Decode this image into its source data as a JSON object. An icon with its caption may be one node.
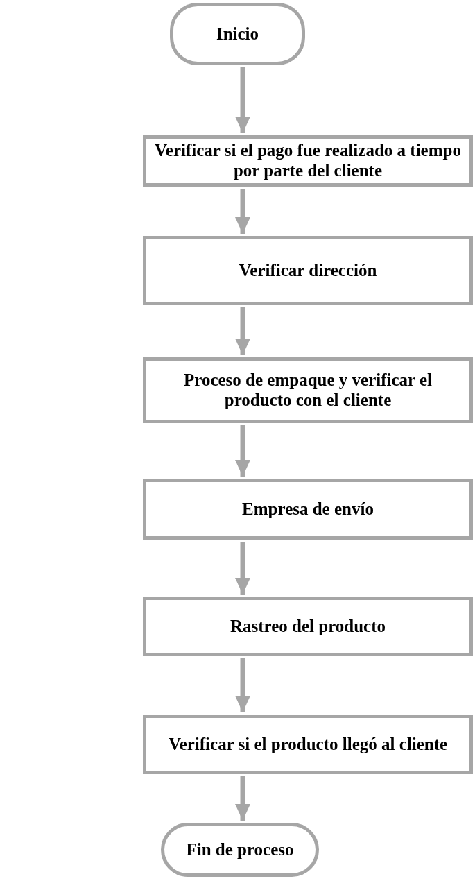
{
  "diagram": {
    "nodes": [
      {
        "text": [
          "Inicio"
        ]
      },
      {
        "text": [
          "Verificar si el pago fue realizado a tiempo por parte del cliente"
        ]
      },
      {
        "text": [
          "Verificar dirección"
        ]
      },
      {
        "text": [
          "Proceso de empaque y verificar el producto con el cliente"
        ]
      },
      {
        "text": [
          "Empresa de envío"
        ]
      },
      {
        "text": [
          "Rastreo del producto"
        ]
      },
      {
        "text": [
          "Verificar si el producto llegó al cliente"
        ]
      },
      {
        "text": [
          "Fin de proceso"
        ]
      }
    ],
    "edges": [
      {
        "from": 0,
        "to": 1,
        "arrow": "to"
      },
      {
        "from": 1,
        "to": 2,
        "arrow": "to"
      },
      {
        "from": 2,
        "to": 3,
        "arrow": "to"
      },
      {
        "from": 3,
        "to": 4,
        "arrow": "to"
      },
      {
        "from": 4,
        "to": 5,
        "arrow": "to"
      },
      {
        "from": 5,
        "to": 6,
        "arrow": "to"
      },
      {
        "from": 6,
        "to": 7,
        "arrow": "to"
      }
    ]
  }
}
